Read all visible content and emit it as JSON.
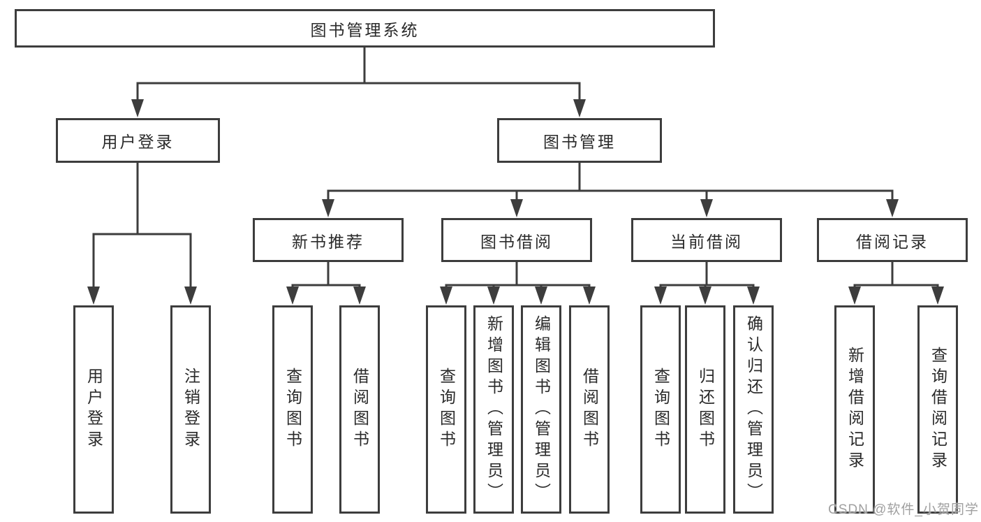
{
  "title": "图书管理系统",
  "tree": {
    "label": "图书管理系统",
    "children": [
      {
        "label": "用户登录",
        "children": [
          {
            "label": "用户登录"
          },
          {
            "label": "注销登录"
          }
        ]
      },
      {
        "label": "图书管理",
        "children": [
          {
            "label": "新书推荐",
            "children": [
              {
                "label": "查询图书"
              },
              {
                "label": "借阅图书"
              }
            ]
          },
          {
            "label": "图书借阅",
            "children": [
              {
                "label": "查询图书"
              },
              {
                "label": "新增图书（管理员）"
              },
              {
                "label": "编辑图书（管理员）"
              },
              {
                "label": "借阅图书"
              }
            ]
          },
          {
            "label": "当前借阅",
            "children": [
              {
                "label": "查询图书"
              },
              {
                "label": "归还图书"
              },
              {
                "label": "确认归还（管理员）"
              }
            ]
          },
          {
            "label": "借阅记录",
            "children": [
              {
                "label": "新增借阅记录"
              },
              {
                "label": "查询借阅记录"
              }
            ]
          }
        ]
      }
    ]
  },
  "watermark": "CSDN @软件_小贺同学",
  "colors": {
    "line": "#3d3d3d",
    "text": "#2a2a2a",
    "watermark": "#a0a0a0",
    "background": "#ffffff"
  }
}
